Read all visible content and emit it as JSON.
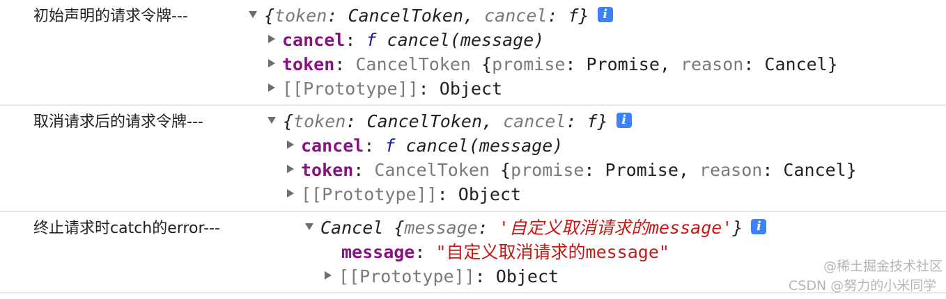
{
  "messages": [
    {
      "label": "初始声明的请求令牌---",
      "summary": {
        "open": "{",
        "k1": "token",
        "v1": "CancelToken",
        "k2": "cancel",
        "v2": "f",
        "close": "}"
      },
      "children": [
        {
          "key": "cancel",
          "fn": "f",
          "value": "cancel(message)"
        },
        {
          "key": "token",
          "type": "CancelToken",
          "preview": {
            "k1": "promise",
            "v1": "Promise",
            "k2": "reason",
            "v2": "Cancel"
          }
        },
        {
          "key": "[[Prototype]]",
          "value": "Object"
        }
      ]
    },
    {
      "label": "取消请求后的请求令牌---",
      "summary": {
        "open": "{",
        "k1": "token",
        "v1": "CancelToken",
        "k2": "cancel",
        "v2": "f",
        "close": "}"
      },
      "children": [
        {
          "key": "cancel",
          "fn": "f",
          "value": "cancel(message)"
        },
        {
          "key": "token",
          "type": "CancelToken",
          "preview": {
            "k1": "promise",
            "v1": "Promise",
            "k2": "reason",
            "v2": "Cancel"
          }
        },
        {
          "key": "[[Prototype]]",
          "value": "Object"
        }
      ]
    },
    {
      "label": "终止请求时catch的error---",
      "summary": {
        "type": "Cancel",
        "k1": "message",
        "v1": "'自定义取消请求的message'"
      },
      "children": [
        {
          "key": "message",
          "value": "\"自定义取消请求的message\""
        },
        {
          "key": "[[Prototype]]",
          "value": "Object"
        }
      ]
    }
  ],
  "info_icon": "i",
  "watermarks": [
    "@稀土掘金技术社区",
    "CSDN @努力的小米同学"
  ],
  "colors": {
    "key": "#881280",
    "string": "#c41a16",
    "function": "#1a1aa6",
    "info": "#3b82f6"
  }
}
